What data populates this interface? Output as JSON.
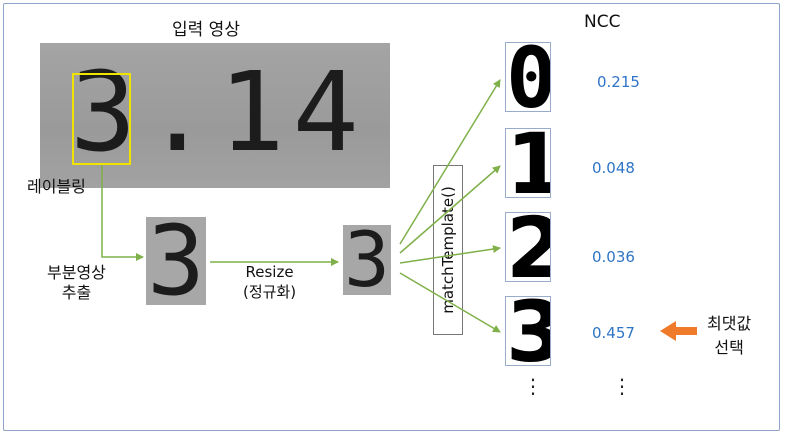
{
  "input_title": "입력 영상",
  "input_digits": "3.14",
  "labeling": "레이블링",
  "extract": {
    "line1": "부분영상",
    "line2": "추출"
  },
  "patch_crop": "3",
  "patch_resized": "3",
  "resize": {
    "line1": "Resize",
    "line2": "(정규화)"
  },
  "match_label": "matchTemplate()",
  "ncc_title": "NCC",
  "templates": [
    "0",
    "1",
    "2",
    "3"
  ],
  "ncc_values": [
    "0.215",
    "0.048",
    "0.036",
    "0.457"
  ],
  "select": {
    "line1": "최댓값",
    "line2": "선택"
  },
  "ellipsis": "⋮",
  "colors": {
    "arrow": "#7fb04a",
    "highlight_arrow": "#ee7a2a",
    "ncc_text": "#2f74c6",
    "label_box": "#f2e200"
  }
}
